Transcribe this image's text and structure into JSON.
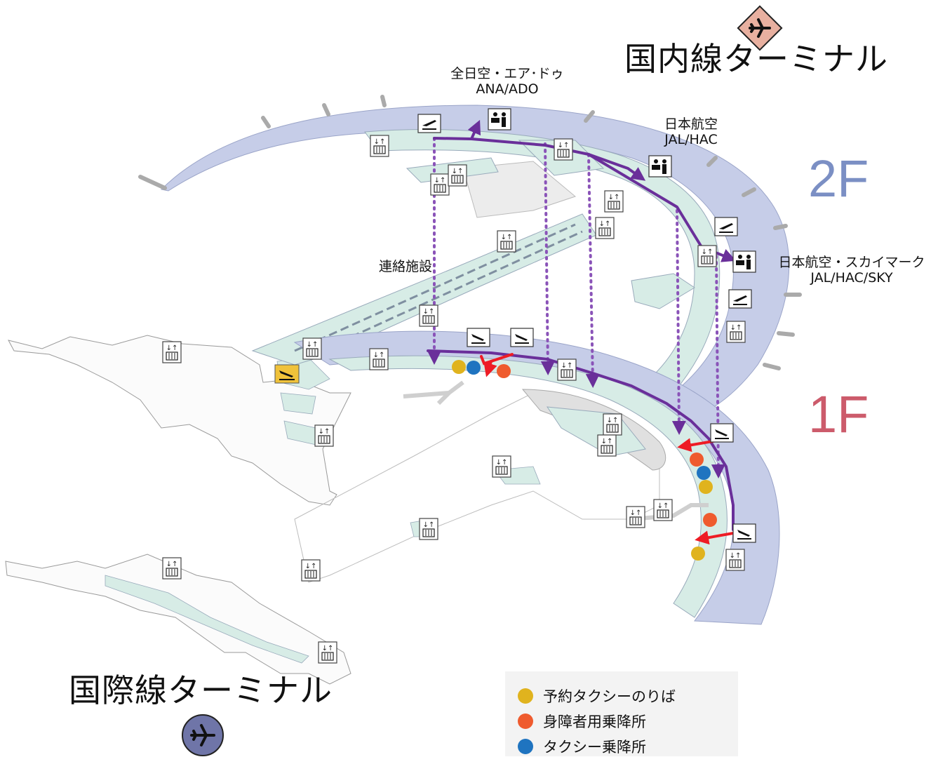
{
  "titles": {
    "domestic_terminal": "国内線ターミナル",
    "international_terminal": "国際線ターミナル",
    "connecting_facility": "連絡施設"
  },
  "floors": {
    "upper": {
      "label": "2F",
      "color": "#7b8fc4"
    },
    "lower": {
      "label": "1F",
      "color": "#cc5b6b"
    }
  },
  "airline_labels": {
    "ana_ado_ja": "全日空・エア･ドゥ",
    "ana_ado_code": "ANA/ADO",
    "jal_hac_ja": "日本航空",
    "jal_hac_code": "JAL/HAC",
    "jal_sky_ja": "日本航空・スカイマーク",
    "jal_sky_code": "JAL/HAC/SKY"
  },
  "legend": {
    "items": [
      {
        "label": "予約タクシーのりば",
        "color": "#e0b31e"
      },
      {
        "label": "身障者用乗降所",
        "color": "#ef5b2e"
      },
      {
        "label": "タクシー乗降所",
        "color": "#1f74c0"
      }
    ]
  },
  "colors": {
    "route": "#6a2f9a",
    "route_dotted": "#8a53b8",
    "arrival_route": "#ee1c25",
    "floor2_band": "#c6cde8",
    "floor1_band": "#c6cde8",
    "floor_inner": "#d7ece6",
    "plane_icon_domestic": "#e8b0a0",
    "plane_icon_international": "#6f75a8"
  },
  "icons": [
    "departure-icon",
    "arrival-icon",
    "elevator-icon",
    "checkin-counter-icon",
    "airplane-icon",
    "information-icon"
  ]
}
